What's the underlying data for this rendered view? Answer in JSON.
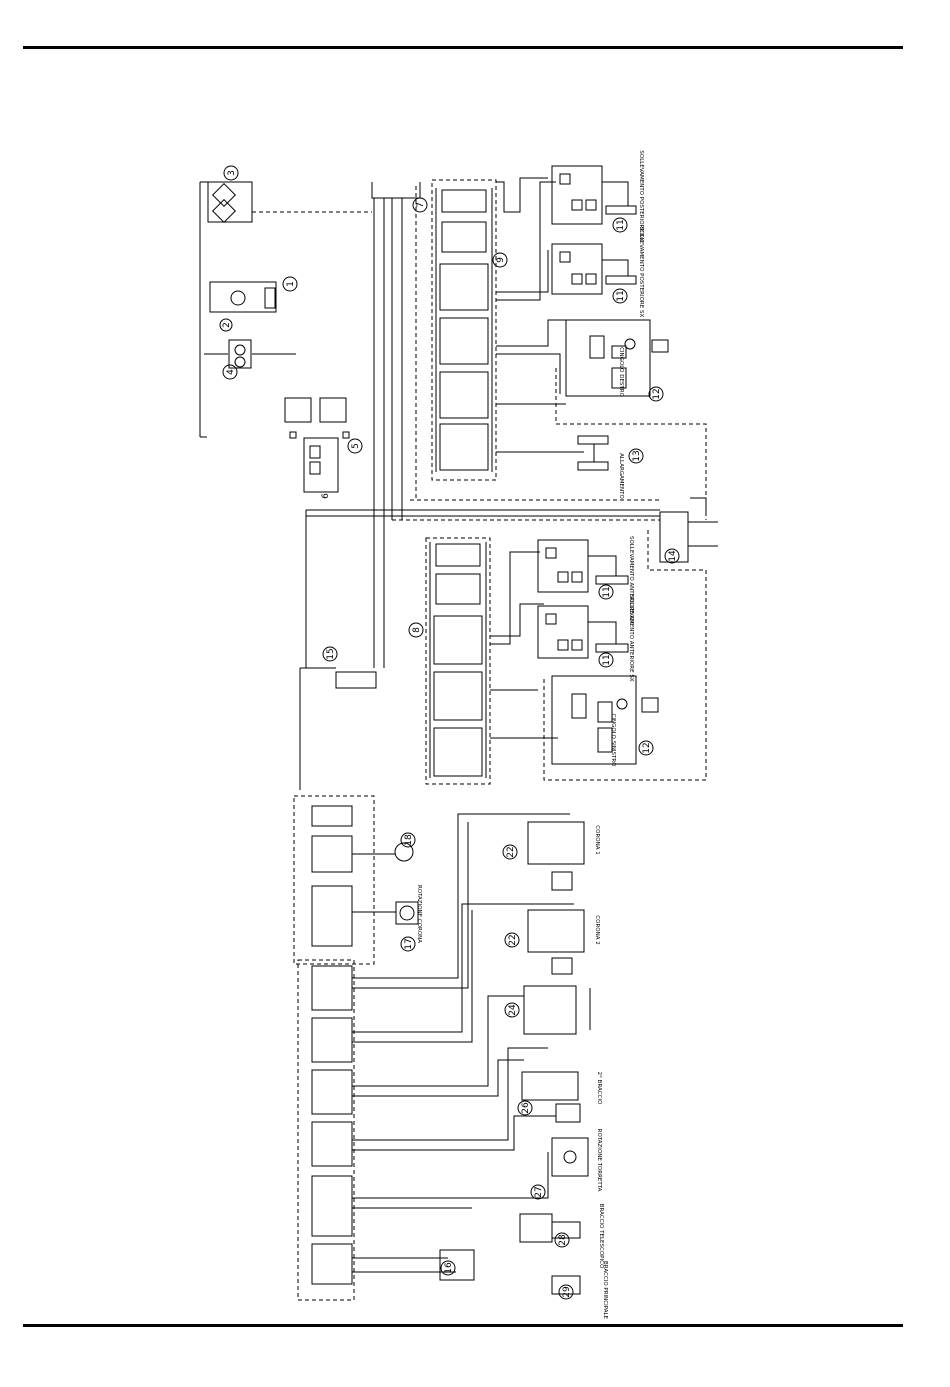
{
  "diagram": {
    "top_components": [
      {
        "id": "3"
      },
      {
        "id": "1"
      },
      {
        "id": "2"
      },
      {
        "id": "4"
      },
      {
        "id": "5"
      },
      {
        "id": "6"
      },
      {
        "id": "7"
      },
      {
        "id": "8"
      },
      {
        "id": "9"
      },
      {
        "id": "13",
        "caption": "ALLARGAMENTO"
      },
      {
        "id": "14"
      },
      {
        "id": "15"
      }
    ],
    "right_cylinders": [
      {
        "id": "11",
        "caption": "SOLLEVAMENTO POSTERIORE DX"
      },
      {
        "id": "11",
        "caption": "SOLLEVAMENTO POSTERIORE SX"
      },
      {
        "id": "11",
        "caption": "SOLLEVAMENTO ANTERIORE DX"
      },
      {
        "id": "11",
        "caption": "SOLLEVAMENTO ANTERIORE SX"
      }
    ],
    "steering": [
      {
        "id": "12",
        "caption": "CINGOLO DESTRO"
      },
      {
        "id": "12",
        "caption": "CINGOLO SINISTRO"
      }
    ],
    "bottom_components": [
      {
        "id": "16"
      },
      {
        "id": "17",
        "caption": "ROTAZIONE CORONA"
      },
      {
        "id": "18"
      },
      {
        "id": "22",
        "caption": "CORONA 1"
      },
      {
        "id": "22",
        "caption": "CORONA 2"
      },
      {
        "id": "24"
      },
      {
        "id": "26",
        "caption": "2° BRACCIO"
      },
      {
        "id": "27",
        "caption": "ROTAZIONE TORRETTA"
      },
      {
        "id": "28",
        "caption": "BRACCIO TELESCOPICO"
      },
      {
        "id": "29",
        "caption": "BRACCIO PRINCIPALE"
      }
    ]
  }
}
